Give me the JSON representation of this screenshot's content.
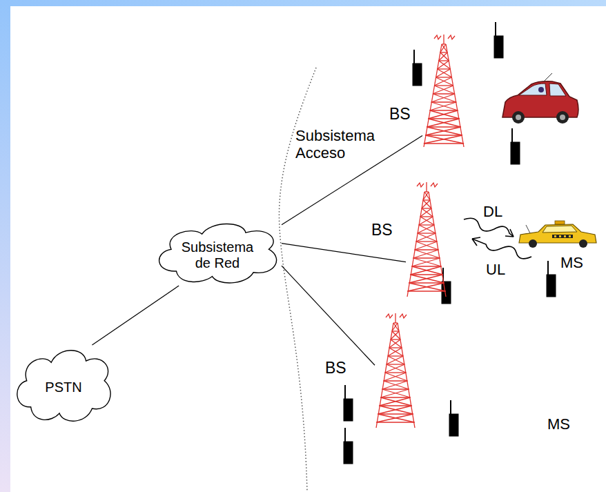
{
  "diagram": {
    "nodes": [
      {
        "text": [
          "PSTN"
        ]
      },
      {
        "text": [
          "Subsistema de Red"
        ]
      },
      {
        "text": [
          "BS"
        ]
      },
      {
        "text": [
          "BS"
        ]
      },
      {
        "text": [
          "BS"
        ]
      }
    ],
    "edges": [
      {
        "from": 0,
        "to": 1,
        "arrow": "none"
      },
      {
        "from": 1,
        "to": 2,
        "arrow": "none"
      },
      {
        "from": 1,
        "to": 3,
        "arrow": "none"
      },
      {
        "from": 1,
        "to": 4,
        "arrow": "none"
      }
    ],
    "labels": [
      "Subsistema Acceso",
      "DL",
      "UL",
      "MS",
      "MS"
    ]
  }
}
